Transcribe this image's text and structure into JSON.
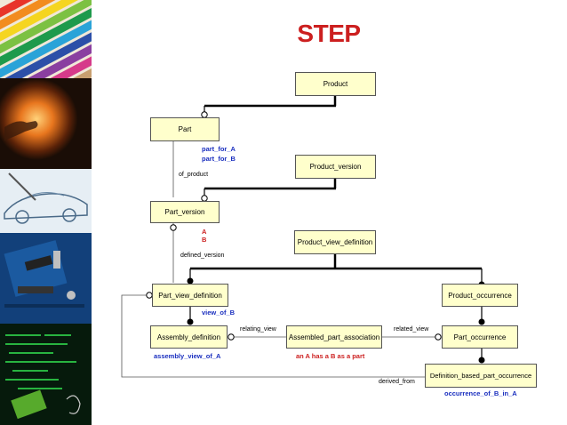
{
  "title": "STEP",
  "entities": {
    "product": "Product",
    "part": "Part",
    "product_version": "Product_version",
    "part_version": "Part_version",
    "product_view_definition": "Product_view_definition",
    "part_view_definition": "Part_view_definition",
    "product_occurrence": "Product_occurrence",
    "assembly_definition": "Assembly_definition",
    "assembled_part_association": "Assembled_part_association",
    "part_occurrence": "Part_occurrence",
    "definition_based_part_occurrence": "Definition_based_part_occurrence"
  },
  "relations": {
    "of_product": "of_product",
    "defined_version": "defined_version",
    "relating_view": "relating_view",
    "related_view": "related_view",
    "derived_from": "derived_from"
  },
  "annotations": {
    "part_for_a": "part_for_A",
    "part_for_b": "part_for_B",
    "a": "A",
    "b": "B",
    "view_of_b": "view_of_B",
    "assembly_view_of_a": "assembly_view_of_A",
    "a_has_b_as_part": "an A has a B as a part",
    "occurrence_of_b_in_a": "occurrence_of_B_in_A"
  },
  "colors": {
    "title": "#cc1f1f",
    "entity_fill": "#ffffcc",
    "annotation_blue": "#1a2fbf",
    "annotation_red": "#cc1f1f"
  },
  "sidebar": {
    "images": [
      "colored-pencils-photo",
      "glowing-hand-photo",
      "car-sketch-photo",
      "circuit-board-photo",
      "green-code-screen-photo"
    ]
  }
}
